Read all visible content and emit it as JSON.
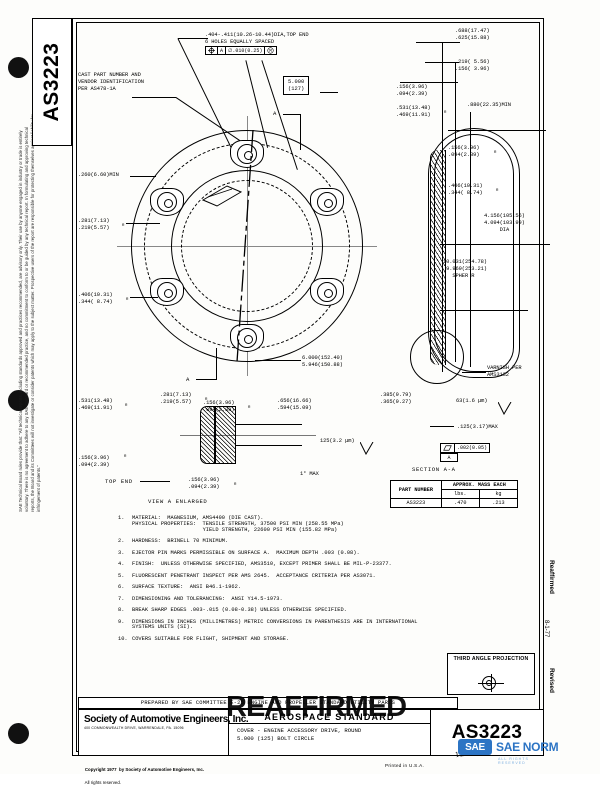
{
  "document": {
    "standard_number": "AS3223",
    "tab_label": "AS3223",
    "organization": "Society of Automotive Engineers, Inc.",
    "org_address": "400 COMMONWEALTH DRIVE, WARRENDALE, PA. 15096",
    "standard_type": "AEROSPACE    STANDARD",
    "prepared_by": "PREPARED BY SAE COMMITTEE E-25 ENGINE AND PROPELLER STANDARD UTILITY PARTS",
    "title_line1": "COVER - ENGINE ACCESSORY DRIVE, ROUND",
    "title_line2": "5.000 (125) BOLT CIRCLE",
    "copyright_line1": "Copyright 1977  by Society of Automotive Engineers, Inc.",
    "copyright_line2": "All rights reserved.",
    "stamp_line1": "REAFFIRMED",
    "stamp_date": "11/91",
    "printed_in": "Printed in U.S.A.",
    "third_angle_label": "THIRD ANGLE PROJECTION",
    "left_disclaimer": "SAE Technical Board rules provide that: “All technical reports, including standards approved and practices recommended, are advisory only. Their use by anyone engaged in industry or trade is entirely voluntary. There is no agreement to adhere to any SAE standard or recommended practice, and no commitment to conform to or be guided by any technical report. In formulating and approving technical reports, the Board and its Committees will not investigate or consider patents which may apply to the subject matter. Prospective users of the report are responsible for protecting themselves against liability for infringement of patents.”"
  },
  "margin": {
    "reaffirmed": "Reaffirmed",
    "date": "8-1-77",
    "revised": "Revised"
  },
  "views": {
    "plan_note": "CAST PART NUMBER AND\nVENDOR IDENTIFICATION\nPER AS478-1A",
    "section_label": "SECTION A-A",
    "view_a_label": "VIEW A ENLARGED",
    "top_end_label": "TOP END",
    "section_arrow_a": "A"
  },
  "dimensions": {
    "hole_spec_line1": ".404-.411(10.26-10.44)DIA,TOP END",
    "hole_spec_line2": "6 HOLES EQUALLY SPACED",
    "fcf_datum": "A",
    "fcf_tol": ".010(0.25)",
    "fcf_mod": "M",
    "bolt_circle": "5.000\n(127)",
    "d_156_094_a": ".156(3.96)\n.094(2.39)",
    "d_531_469": ".531(13.48)\n.469(11.91)",
    "d_688_625": ".688(17.47)\n.625(15.88)",
    "d_219_156": ".219( 5.56)\n.156( 3.96)",
    "d_880_min": ".880(22.35)MIN",
    "d_156_094_b": ".156(3.96)\n.094(2.39)",
    "d_406_344": ".406(10.31)\n.344( 8.74)",
    "d_dia_major": "4.156(105.56)\n4.094(103.99)\n     DIA",
    "d_sphere": "10.031(254.78)\n 9.969(253.21)\n   SPHER R",
    "d_260_min": ".260(6.60)MIN",
    "d_281_219_left": ".281(7.13)\n.219(5.57)",
    "d_406_344_left": ".406(10.31)\n.344( 8.74)",
    "d_bolt_dia": "6.000(152.40)\n5.946(150.88)",
    "d_385_365": ".385(9.79)\n.365(9.27)",
    "d_125_max": ".125(3.17)MAX",
    "d_281_219_va": ".281(7.13)\n.219(5.57)",
    "d_531_469_va": ".531(13.48)\n.469(11.91)",
    "d_156_094_va1": ".156(3.96)\n.094(2.39)",
    "d_156_094_va2": ".156(3.96)\n.094(2.39)",
    "d_156_094_va3": ".156(3.96)\n.094(2.39)",
    "d_656_594": ".656(16.66)\n.594(15.09)",
    "angle_max": "1° MAX",
    "surf_125": "125(3.2 µm)",
    "surf_63": "63(1.6 µm)",
    "flatness": ".002(0.05)",
    "flatness_datum": "A",
    "varnish": "VARNISH PER\nAMS3132",
    "radius_mark": "R"
  },
  "mass_table": {
    "header": [
      "PART NUMBER",
      "APPROX. MASS EACH"
    ],
    "subheader": [
      "",
      "lbs.",
      "kg"
    ],
    "rows": [
      {
        "part": "AS3223",
        "lbs": ".470",
        "kg": ".213"
      }
    ]
  },
  "notes": [
    {
      "num": "1.",
      "text": "MATERIAL:  MAGNESIUM, AMS4490 (DIE CAST).\nPHYSICAL PROPERTIES:  TENSILE STRENGTH, 37500 PSI MIN (258.55 MPa)\n                      YIELD STRENGTH, 22600 PSI MIN (155.82 MPa)"
    },
    {
      "num": "2.",
      "text": "HARDNESS:  BRINELL 70 MINIMUM."
    },
    {
      "num": "3.",
      "text": "EJECTOR PIN MARKS PERMISSIBLE ON SURFACE A.  MAXIMUM DEPTH .003 (0.08)."
    },
    {
      "num": "4.",
      "text": "FINISH:  UNLESS OTHERWISE SPECIFIED, AMS3510, EXCEPT PRIMER SHALL BE MIL-P-23377."
    },
    {
      "num": "5.",
      "text": "FLUORESCENT PENETRANT INSPECT PER AMS 2645.  ACCEPTANCE CRITERIA PER AS3071."
    },
    {
      "num": "6.",
      "text": "SURFACE TEXTURE:  ANSI B46.1-1962."
    },
    {
      "num": "7.",
      "text": "DIMENSIONING AND TOLERANCING:  ANSI Y14.5-1973."
    },
    {
      "num": "8.",
      "text": "BREAK SHARP EDGES .003-.015 (0.08-0.38) UNLESS OTHERWISE SPECIFIED."
    },
    {
      "num": "9.",
      "text": "DIMENSIONS IN INCHES (MILLIMETRES) METRIC CONVERSIONS IN PARENTHESIS ARE IN INTERNATIONAL\nSYSTEMS UNITS (SI)."
    },
    {
      "num": "10.",
      "text": "COVERS SUITABLE FOR FLIGHT, SHIPMENT AND STORAGE."
    }
  ],
  "watermark": {
    "badge": "SAE",
    "text": "SAE NORM",
    "sub": "ALL RIGHTS RESERVED",
    "color": "#2c74c4"
  }
}
